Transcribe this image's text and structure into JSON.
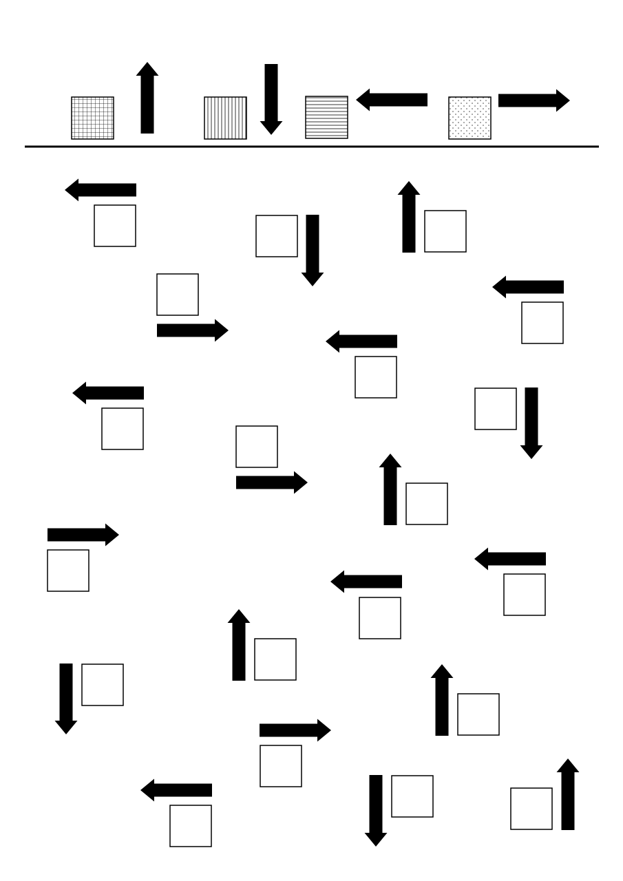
{
  "worksheet": {
    "legend": [
      {
        "pattern": "grid",
        "direction": "up"
      },
      {
        "pattern": "vertical-lines",
        "direction": "down"
      },
      {
        "pattern": "horizontal-lines",
        "direction": "left"
      },
      {
        "pattern": "dots",
        "direction": "right"
      }
    ],
    "items": [
      {
        "direction": "left"
      },
      {
        "direction": "down"
      },
      {
        "direction": "up"
      },
      {
        "direction": "right"
      },
      {
        "direction": "left"
      },
      {
        "direction": "left"
      },
      {
        "direction": "left"
      },
      {
        "direction": "right"
      },
      {
        "direction": "down"
      },
      {
        "direction": "up"
      },
      {
        "direction": "right"
      },
      {
        "direction": "left"
      },
      {
        "direction": "left"
      },
      {
        "direction": "up"
      },
      {
        "direction": "down"
      },
      {
        "direction": "up"
      },
      {
        "direction": "right"
      },
      {
        "direction": "left"
      },
      {
        "direction": "down"
      },
      {
        "direction": "up"
      }
    ]
  }
}
